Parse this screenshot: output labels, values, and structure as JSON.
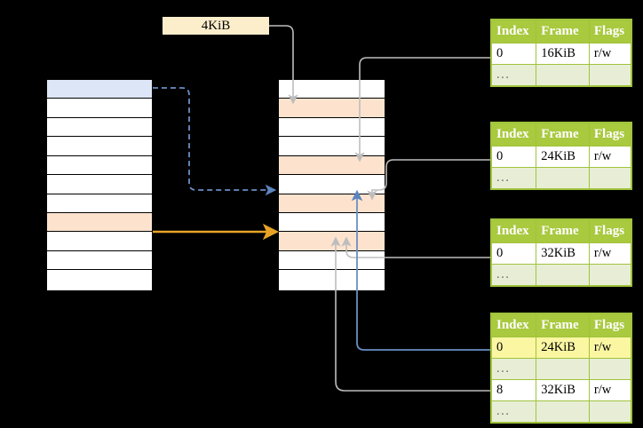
{
  "diagram": {
    "title": "page-table-walk-diagram",
    "size_label": "4KiB",
    "colors": {
      "highlight_blue": "#dce6f7",
      "highlight_peach": "#fde3cd",
      "label_cream": "#fdeecb",
      "table_header_green": "#a9c93f",
      "table_dim_green": "#e8eed6",
      "accent_yellow": "#fbf6a2",
      "arrow_orange": "#e8a33d",
      "arrow_blue": "#6a8fc4",
      "arrow_gray": "#bdbdbd",
      "background": "#000000"
    }
  },
  "left_column": {
    "name": "virtual-address-space",
    "rows": [
      {
        "id": "row-1",
        "fill": "blue",
        "label": ""
      },
      {
        "id": "row-2",
        "fill": "white",
        "label": ""
      },
      {
        "id": "row-3",
        "fill": "white",
        "label": ""
      },
      {
        "id": "row-4",
        "fill": "white",
        "label": ""
      },
      {
        "id": "row-5",
        "fill": "white",
        "label": ""
      },
      {
        "id": "row-6",
        "fill": "white",
        "label": ""
      },
      {
        "id": "row-7",
        "fill": "white",
        "label": ""
      },
      {
        "id": "row-8",
        "fill": "peach",
        "label": ""
      },
      {
        "id": "row-9",
        "fill": "white",
        "label": ""
      },
      {
        "id": "row-10",
        "fill": "white",
        "label": ""
      },
      {
        "id": "row-11",
        "fill": "white",
        "label": ""
      }
    ]
  },
  "middle_column": {
    "name": "physical-memory",
    "rows": [
      {
        "id": "row-1",
        "fill": "white",
        "label": ""
      },
      {
        "id": "row-2",
        "fill": "peach",
        "label": ""
      },
      {
        "id": "row-3",
        "fill": "white",
        "label": ""
      },
      {
        "id": "row-4",
        "fill": "white",
        "label": ""
      },
      {
        "id": "row-5",
        "fill": "peach",
        "label": ""
      },
      {
        "id": "row-6",
        "fill": "white",
        "label": ""
      },
      {
        "id": "row-7",
        "fill": "peach",
        "label": ""
      },
      {
        "id": "row-8",
        "fill": "white",
        "label": ""
      },
      {
        "id": "row-9",
        "fill": "peach",
        "label": ""
      },
      {
        "id": "row-10",
        "fill": "white",
        "label": ""
      },
      {
        "id": "row-11",
        "fill": "white",
        "label": ""
      }
    ]
  },
  "page_tables": [
    {
      "name": "page-table-1",
      "headers": [
        "Index",
        "Frame",
        "Flags"
      ],
      "rows": [
        {
          "cells": [
            "0",
            "16KiB",
            "r/w"
          ],
          "style": "normal"
        },
        {
          "cells": [
            "...",
            "",
            ""
          ],
          "style": "dim"
        }
      ]
    },
    {
      "name": "page-table-2",
      "headers": [
        "Index",
        "Frame",
        "Flags"
      ],
      "rows": [
        {
          "cells": [
            "0",
            "24KiB",
            "r/w"
          ],
          "style": "normal"
        },
        {
          "cells": [
            "...",
            "",
            ""
          ],
          "style": "dim"
        }
      ]
    },
    {
      "name": "page-table-3",
      "headers": [
        "Index",
        "Frame",
        "Flags"
      ],
      "rows": [
        {
          "cells": [
            "0",
            "32KiB",
            "r/w"
          ],
          "style": "normal"
        },
        {
          "cells": [
            "...",
            "",
            ""
          ],
          "style": "dim"
        }
      ]
    },
    {
      "name": "page-table-4",
      "headers": [
        "Index",
        "Frame",
        "Flags"
      ],
      "rows": [
        {
          "cells": [
            "0",
            "24KiB",
            "r/w"
          ],
          "style": "highlight"
        },
        {
          "cells": [
            "...",
            "",
            ""
          ],
          "style": "dim"
        },
        {
          "cells": [
            "8",
            "32KiB",
            "r/w"
          ],
          "style": "normal"
        },
        {
          "cells": [
            "...",
            "",
            ""
          ],
          "style": "dim"
        }
      ]
    }
  ]
}
